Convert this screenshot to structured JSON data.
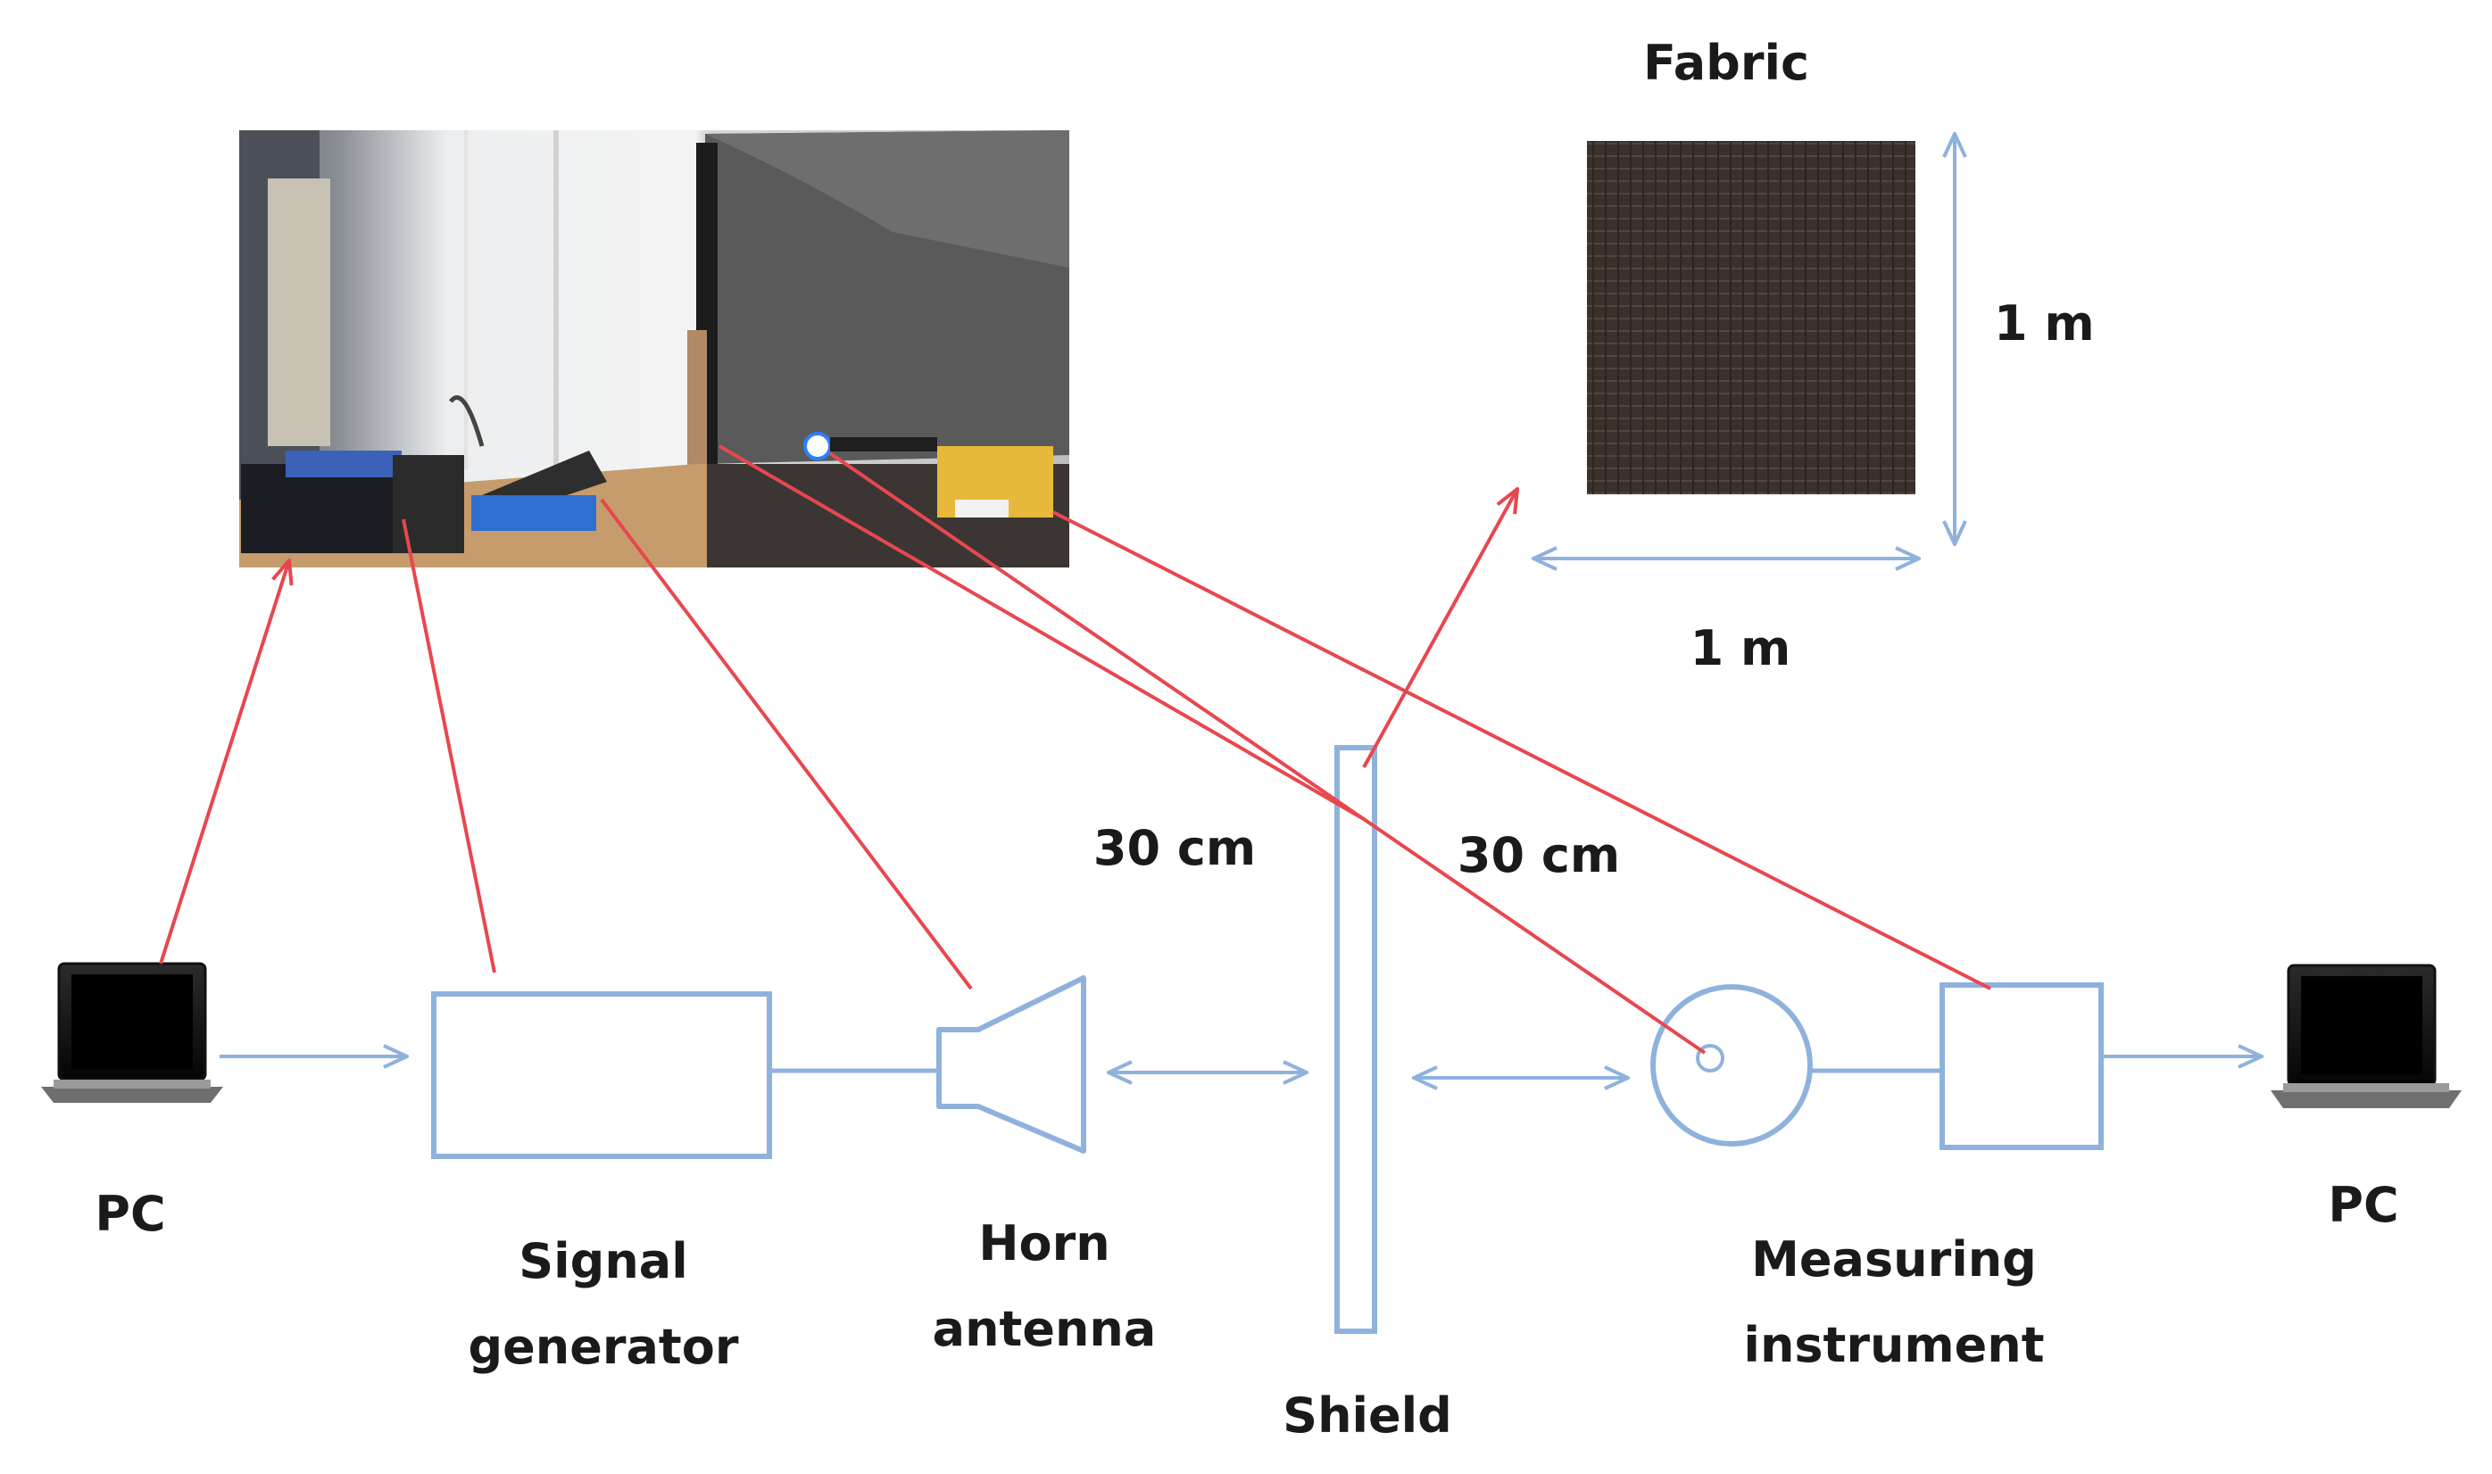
{
  "labels": {
    "fabric": "Fabric",
    "fabric_height": "1 m",
    "fabric_width": "1 m",
    "pc_left": "PC",
    "pc_right": "PC",
    "signal_generator_line1": "Signal",
    "signal_generator_line2": "generator",
    "horn_line1": "Horn",
    "horn_line2": "antenna",
    "distance_left": "30 cm",
    "distance_right": "30 cm",
    "shield": "Shield",
    "measuring_line1": "Measuring",
    "measuring_line2": "instrument"
  },
  "colors": {
    "diagram_blue": "#8fb2dd",
    "pointer_red": "#e8474f",
    "fabric_dark": "#3a312c",
    "text": "#1a1a1a"
  },
  "icons": {
    "laptop_left": "laptop-icon",
    "laptop_right": "laptop-icon",
    "lab_photo": "lab-setup-photo",
    "fabric_sample": "fabric-sample-photo"
  }
}
